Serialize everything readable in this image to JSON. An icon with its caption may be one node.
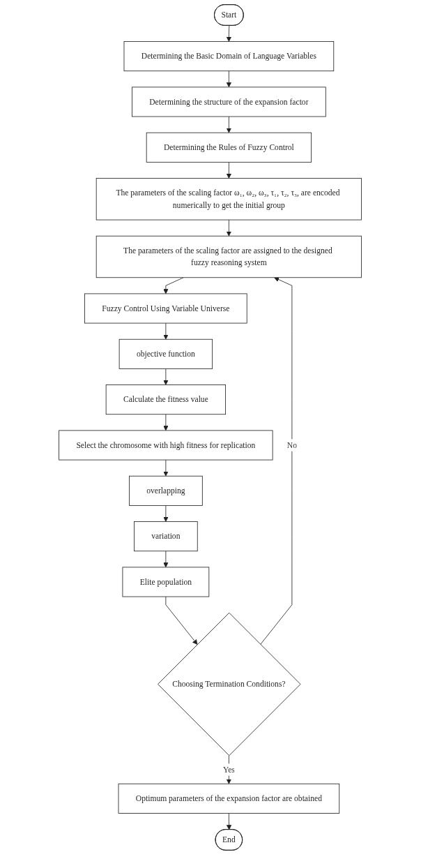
{
  "diagram": {
    "nodes": [
      {
        "text": [
          "Start"
        ]
      },
      {
        "text": [
          "Determining the Basic Domain of Language Variables"
        ]
      },
      {
        "text": [
          "Determining the structure of the expansion factor"
        ]
      },
      {
        "text": [
          "Determining the Rules of Fuzzy Control"
        ]
      },
      {
        "text": [
          "The parameters of the scaling factor ω₁, ω₂, ω₃, τ₁, τ₂, τ₃, are encoded numerically to get the initial group"
        ]
      },
      {
        "text": [
          "The parameters of the scaling factor are assigned to the designed fuzzy reasoning system"
        ]
      },
      {
        "text": [
          "Fuzzy Control Using Variable Universe"
        ]
      },
      {
        "text": [
          "objective function"
        ]
      },
      {
        "text": [
          "Calculate the fitness value"
        ]
      },
      {
        "text": [
          "Select the chromosome with high fitness for replication"
        ]
      },
      {
        "text": [
          "overlapping"
        ]
      },
      {
        "text": [
          "variation"
        ]
      },
      {
        "text": [
          "Elite population"
        ]
      },
      {
        "text": [
          "Choosing Termination Conditions?"
        ]
      },
      {
        "text": [
          "Optimum parameters of the expansion factor are obtained"
        ]
      },
      {
        "text": [
          "End"
        ]
      }
    ],
    "edges": [
      {
        "from": 0,
        "to": 1,
        "arrow": "to"
      },
      {
        "from": 1,
        "to": 2,
        "arrow": "to"
      },
      {
        "from": 2,
        "to": 3,
        "arrow": "to"
      },
      {
        "from": 3,
        "to": 4,
        "arrow": "to"
      },
      {
        "from": 4,
        "to": 5,
        "arrow": "to"
      },
      {
        "from": 5,
        "to": 6,
        "arrow": "to"
      },
      {
        "from": 6,
        "to": 7,
        "arrow": "to"
      },
      {
        "from": 7,
        "to": 8,
        "arrow": "to"
      },
      {
        "from": 8,
        "to": 9,
        "arrow": "to"
      },
      {
        "from": 9,
        "to": 10,
        "arrow": "to"
      },
      {
        "from": 10,
        "to": 11,
        "arrow": "to"
      },
      {
        "from": 11,
        "to": 12,
        "arrow": "to"
      },
      {
        "from": 12,
        "to": 13,
        "arrow": "to"
      },
      {
        "from": 13,
        "to": 5,
        "arrow": "to",
        "label": "No"
      },
      {
        "from": 13,
        "to": 14,
        "arrow": "to",
        "label": "Yes"
      },
      {
        "from": 14,
        "to": 15,
        "arrow": "to"
      }
    ]
  }
}
